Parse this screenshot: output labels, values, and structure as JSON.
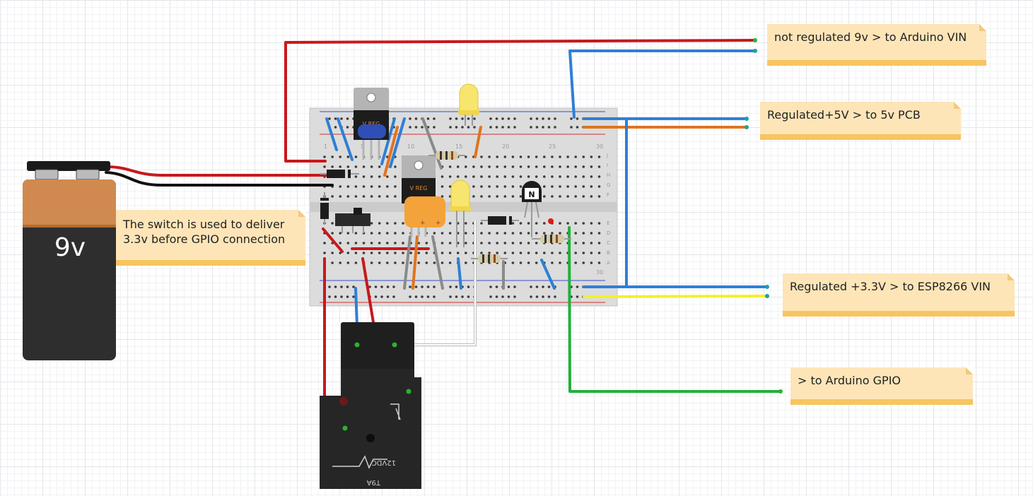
{
  "notes": {
    "arduino_vin": "not regulated 9v > to Arduino VIN",
    "pcb_5v": "Regulated+5V > to 5v  PCB",
    "switch": "The switch is used to deliver\n3.3v before GPIO connection",
    "esp_vin": "Regulated +3.3V > to ESP8266 VIN",
    "gpio": "> to Arduino GPIO"
  },
  "battery": {
    "label": "9v"
  },
  "regulators": {
    "top_label": "V REG",
    "mid_label": "V REG"
  },
  "transistor": {
    "label": "N"
  },
  "relay": {
    "label_a": "12VDC",
    "label_b": "T9A"
  },
  "breadboard": {
    "column_numbers": [
      "1",
      "5",
      "10",
      "15",
      "20",
      "25",
      "30"
    ],
    "row_letters_top": [
      "J",
      "I",
      "H",
      "G",
      "F"
    ],
    "row_letters_bottom": [
      "E",
      "D",
      "C",
      "B",
      "A"
    ]
  },
  "colors": {
    "wire_red": "#c8181c",
    "wire_black": "#111111",
    "wire_blue": "#2f7fd6",
    "wire_orange": "#e0741e",
    "wire_green": "#22b03a",
    "wire_yellow": "#f4f02a",
    "wire_grey": "#8a8a8a",
    "note_bg": "#fde5b8",
    "note_bar": "#f7c560"
  }
}
